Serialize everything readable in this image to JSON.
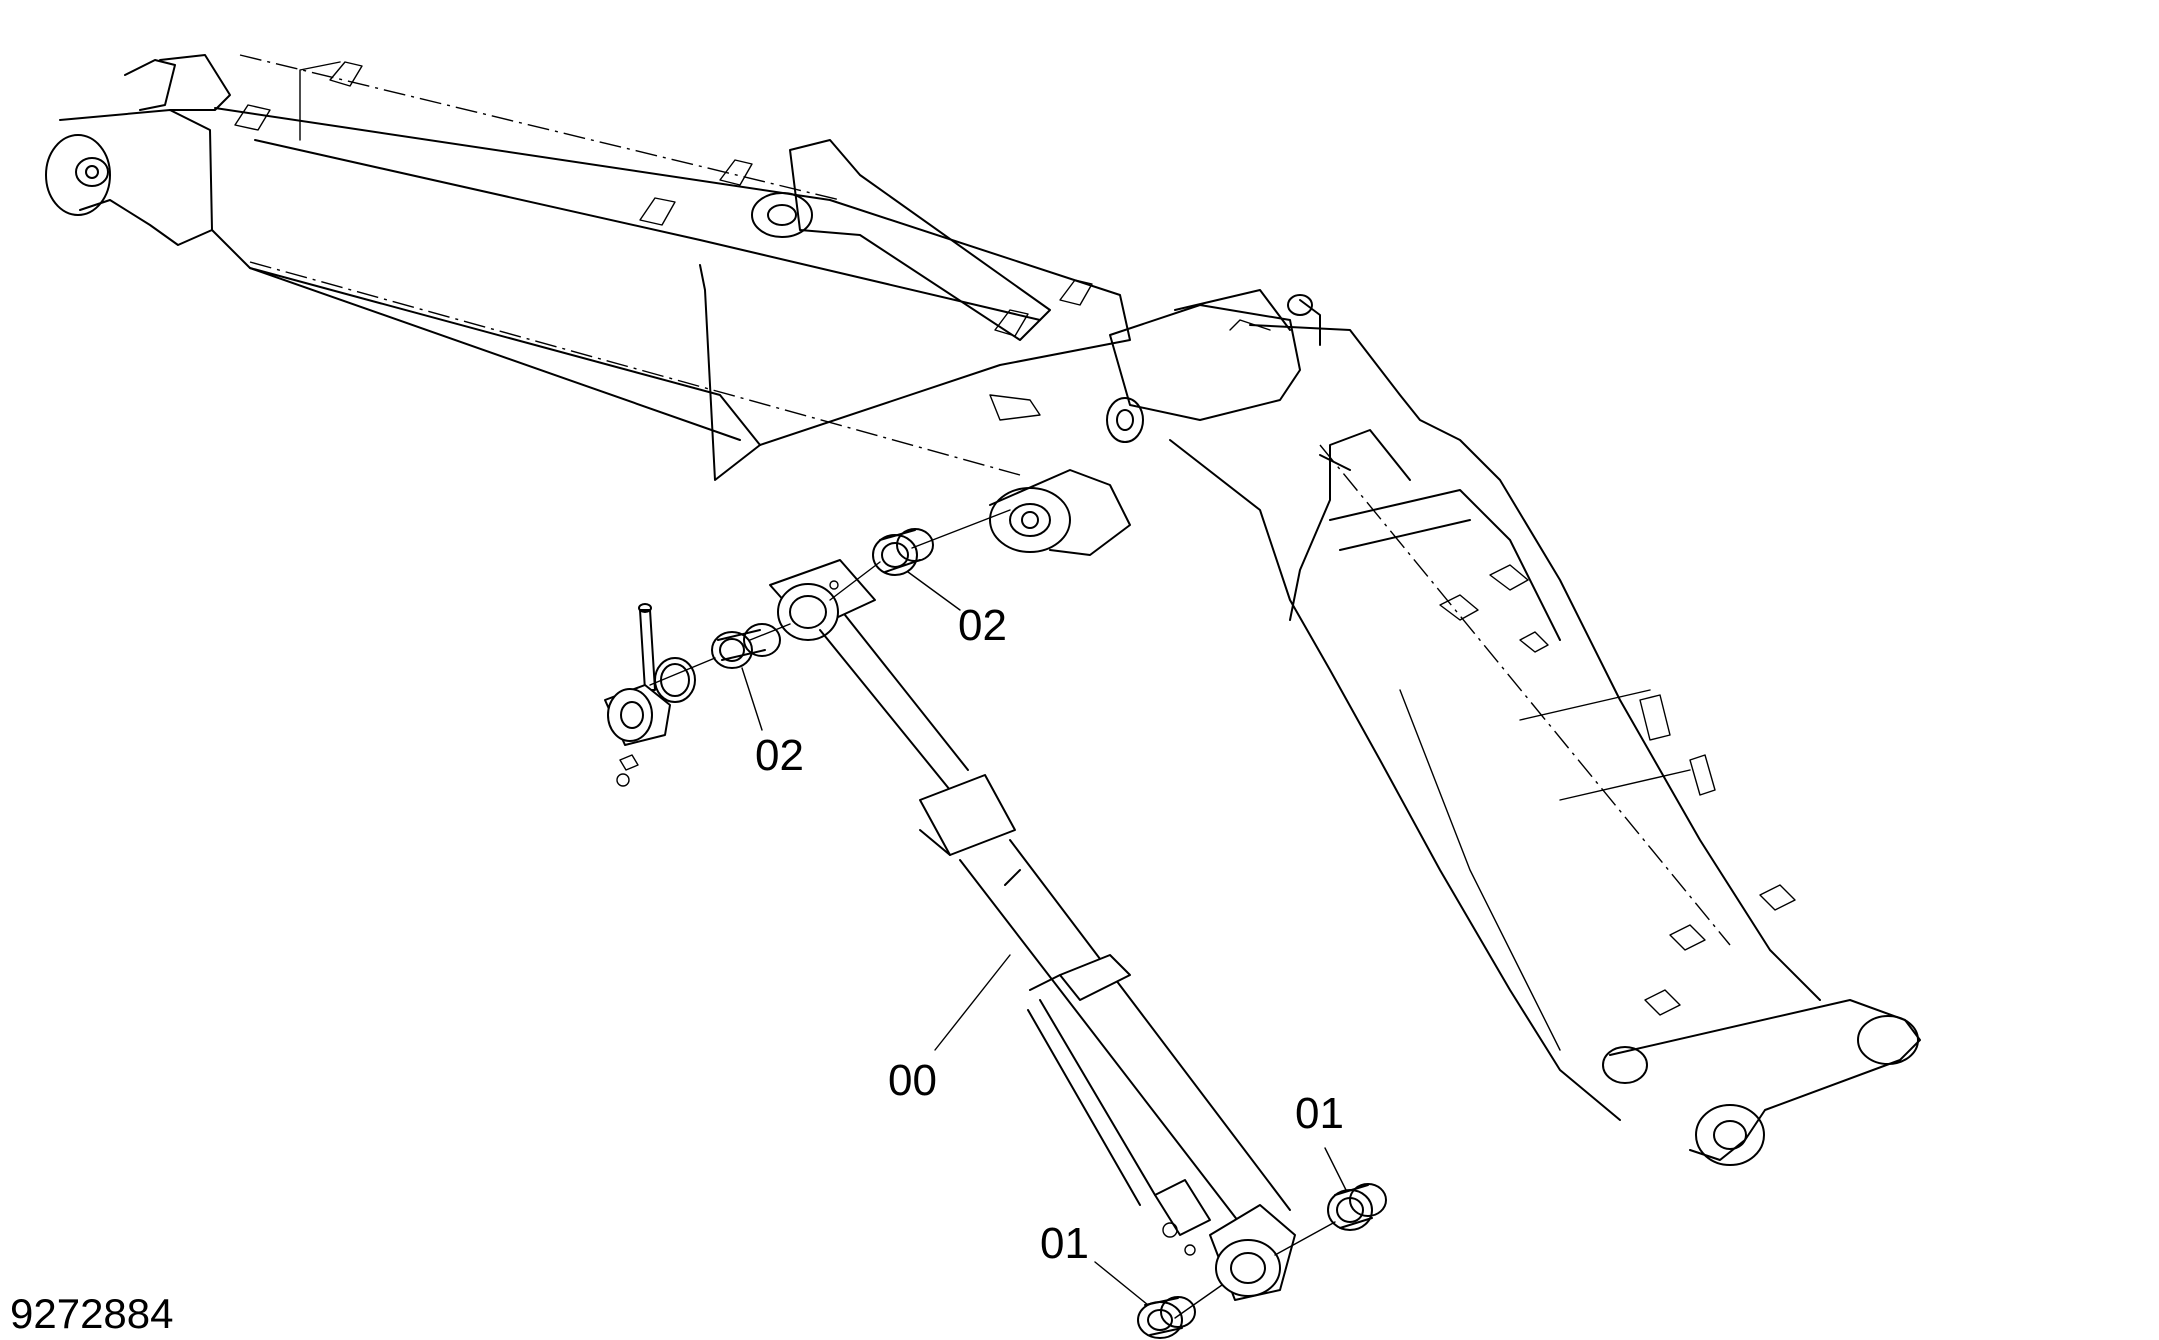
{
  "figure_id": "9272884",
  "callouts": [
    {
      "label": "02",
      "part": "bushing-upper-right"
    },
    {
      "label": "02",
      "part": "bushing-upper-left"
    },
    {
      "label": "00",
      "part": "hydraulic-cylinder"
    },
    {
      "label": "01",
      "part": "bushing-lower-right"
    },
    {
      "label": "01",
      "part": "bushing-lower-left"
    }
  ]
}
